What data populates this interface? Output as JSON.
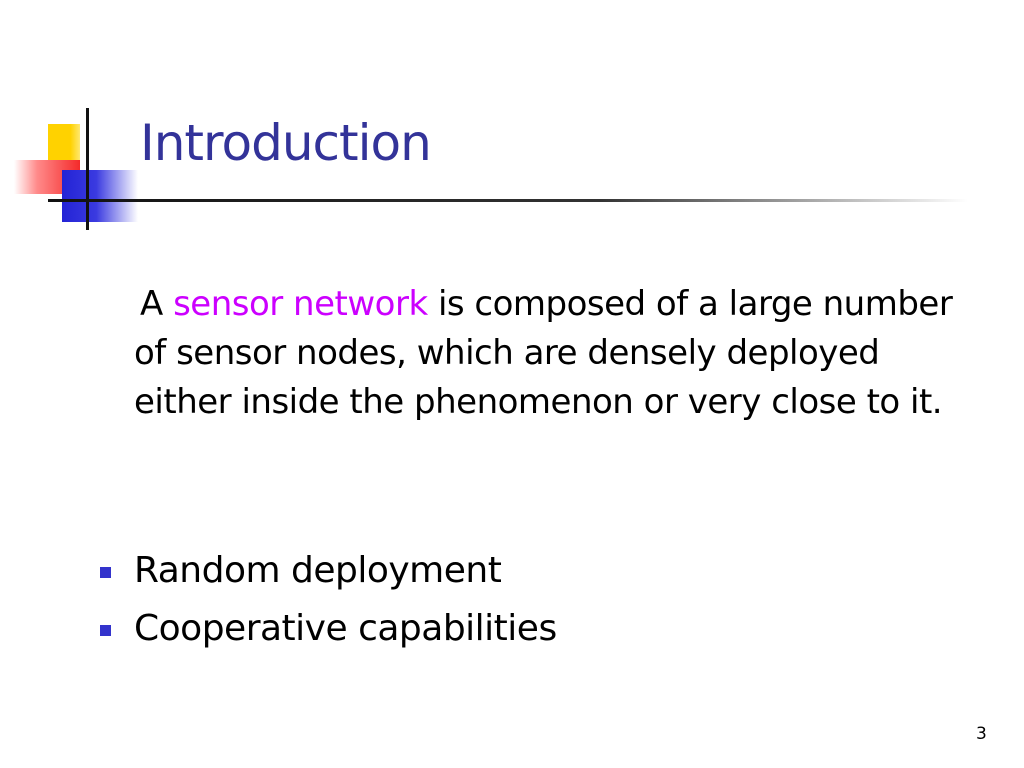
{
  "slide": {
    "title": "Introduction",
    "paragraph": {
      "lead": "A ",
      "highlight": "sensor network",
      "rest": " is composed of a large number of sensor nodes, which are densely deployed either inside the phenomenon or very close to it."
    },
    "bullets": [
      {
        "label": "Random deployment"
      },
      {
        "label": "Cooperative capabilities"
      }
    ],
    "page_number": "3"
  },
  "colors": {
    "title": "#333399",
    "highlight": "#cc00ff",
    "bullet": "#3333cc",
    "emblem_yellow": "#ffd200",
    "emblem_red": "#f42a2a",
    "emblem_blue": "#2323d6"
  }
}
